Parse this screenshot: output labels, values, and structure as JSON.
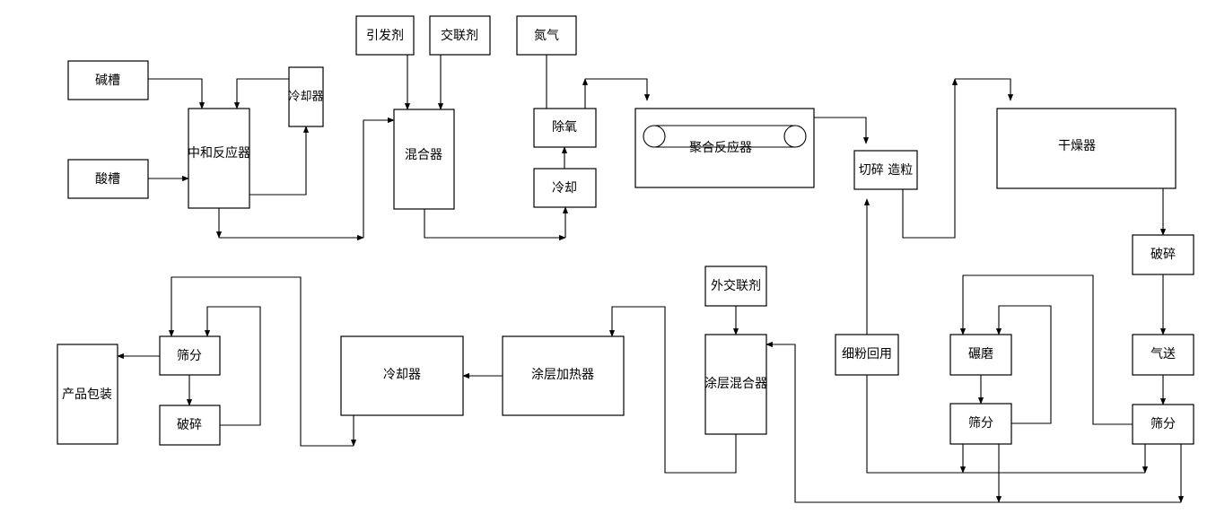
{
  "nodes": {
    "alkali_tank": "碱槽",
    "acid_tank": "酸槽",
    "neutralizer": "中和反应器",
    "cooler_1": "冷却器",
    "initiator": "引发剂",
    "crosslinker": "交联剂",
    "nitrogen": "氮气",
    "mixer": "混合器",
    "deoxygenation": "除氧",
    "cooling": "冷却",
    "polymer_reactor": "聚合反应器",
    "cut_granulate": "切碎 造粒",
    "dryer": "干燥器",
    "crusher_1": "破碎",
    "pneumatic_conveying": "气送",
    "sieve_1": "筛分",
    "grinding": "碾磨",
    "sieve_2": "筛分",
    "fines_recycle": "细粉回用",
    "external_crosslinker": "外交联剂",
    "coating_mixer": "涂层混合器",
    "coating_heater": "涂层加热器",
    "cooler_2": "冷却器",
    "sieve_3": "筛分",
    "crusher_2": "破碎",
    "packaging": "产品包装"
  }
}
